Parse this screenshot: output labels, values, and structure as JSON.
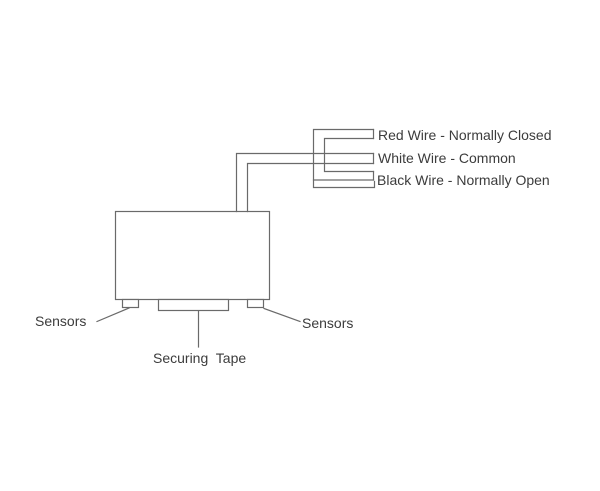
{
  "diagram": {
    "wires": [
      {
        "name": "red",
        "label": "Red Wire - Normally Closed"
      },
      {
        "name": "white",
        "label": "White Wire - Common"
      },
      {
        "name": "black",
        "label": "Black Wire - Normally Open"
      }
    ],
    "labels": {
      "sensors_left": "Sensors",
      "sensors_right": "Sensors",
      "securing_tape": "Securing  Tape"
    },
    "colors": {
      "line": "#6a6a6a",
      "text": "#3c3c3c",
      "background": "#ffffff"
    }
  }
}
